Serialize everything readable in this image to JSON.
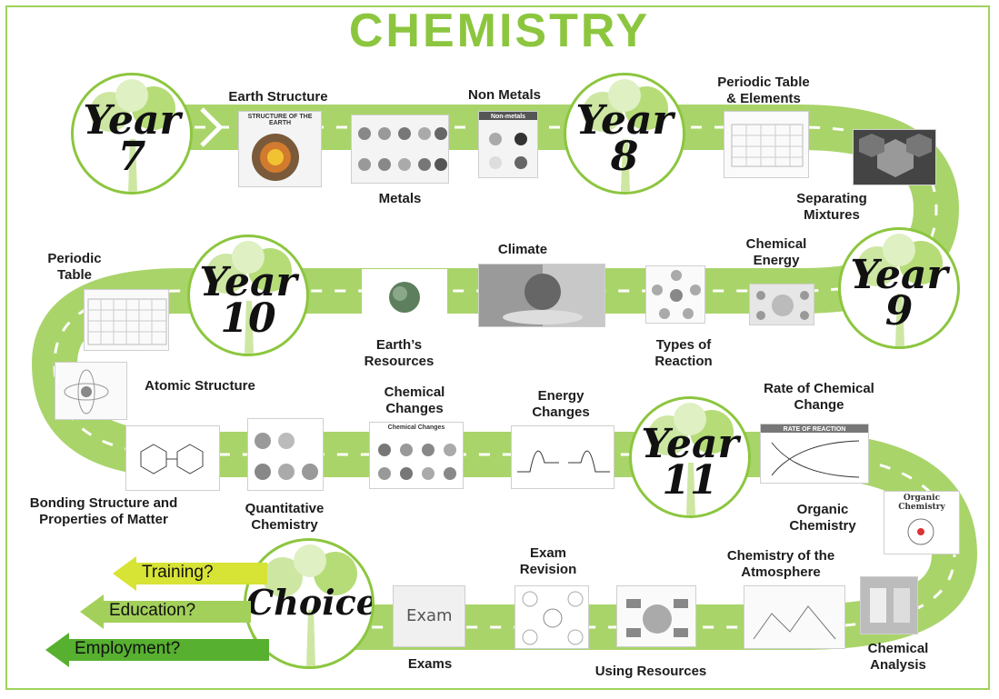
{
  "title": "CHEMISTRY",
  "colors": {
    "track": "#8cc63f",
    "track_light": "#a9d46a",
    "title": "#8cc63f",
    "training": "#d7e335",
    "education": "#a3d05a",
    "employment": "#57b030"
  },
  "years": [
    {
      "id": "year7",
      "line1": "Year",
      "line2": "7"
    },
    {
      "id": "year8",
      "line1": "Year",
      "line2": "8"
    },
    {
      "id": "year9",
      "line1": "Year",
      "line2": "9"
    },
    {
      "id": "year10",
      "line1": "Year",
      "line2": "10"
    },
    {
      "id": "year11",
      "line1": "Year",
      "line2": "11"
    },
    {
      "id": "choices",
      "line1": "Choices!",
      "line2": ""
    }
  ],
  "topics": {
    "earth_structure": "Earth Structure",
    "metals": "Metals",
    "non_metals": "Non Metals",
    "periodic_table_elements": "Periodic Table\n& Elements",
    "separating_mixtures": "Separating\nMixtures",
    "chemical_energy": "Chemical\nEnergy",
    "types_of_reaction": "Types of\nReaction",
    "climate": "Climate",
    "earths_resources": "Earth’s\nResources",
    "periodic_table": "Periodic\nTable",
    "atomic_structure": "Atomic Structure",
    "bonding": "Bonding Structure and\nProperties of Matter",
    "quantitative": "Quantitative\nChemistry",
    "chemical_changes": "Chemical\nChanges",
    "energy_changes": "Energy\nChanges",
    "rate": "Rate of Chemical\nChange",
    "organic": "Organic\nChemistry",
    "atmosphere": "Chemistry of the\nAtmosphere",
    "chemical_analysis": "Chemical\nAnalysis",
    "exam_revision": "Exam\nRevision",
    "using_resources": "Using Resources",
    "exams": "Exams"
  },
  "thumbs": {
    "earth": "STRUCTURE OF THE EARTH",
    "non_metals": "Non-metals",
    "chem_changes": "Chemical Changes",
    "rate": "RATE OF REACTION",
    "organic": "Organic Chemistry",
    "exam_word": "Exam"
  },
  "choices": {
    "training": "Training?",
    "education": "Education?",
    "employment": "Employment?"
  }
}
